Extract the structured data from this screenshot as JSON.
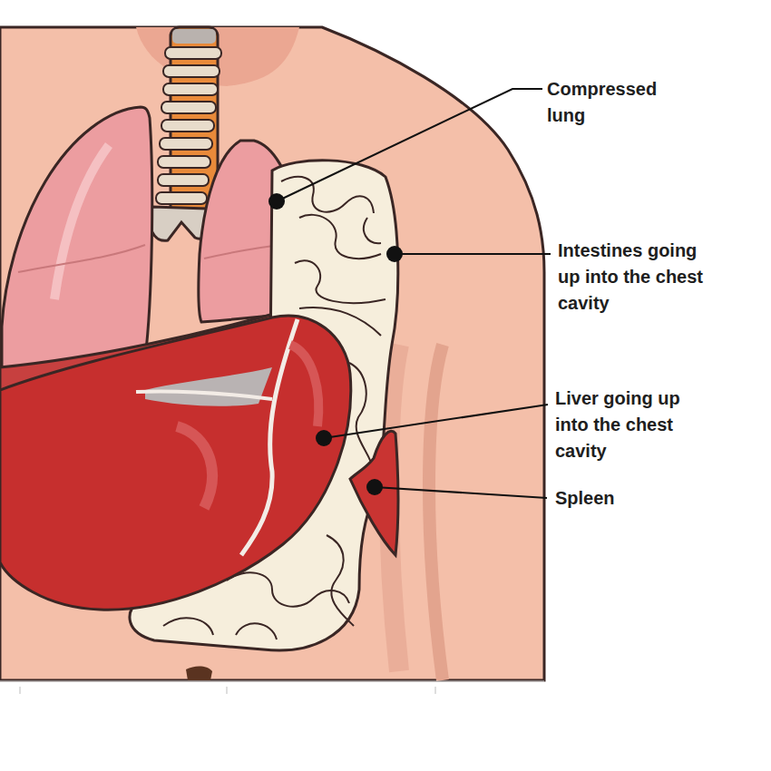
{
  "diagram": {
    "labels": [
      "Compressed lung",
      "Intestines going up into the chest cavity",
      "Liver going up into the chest cavity",
      "Spleen"
    ]
  }
}
